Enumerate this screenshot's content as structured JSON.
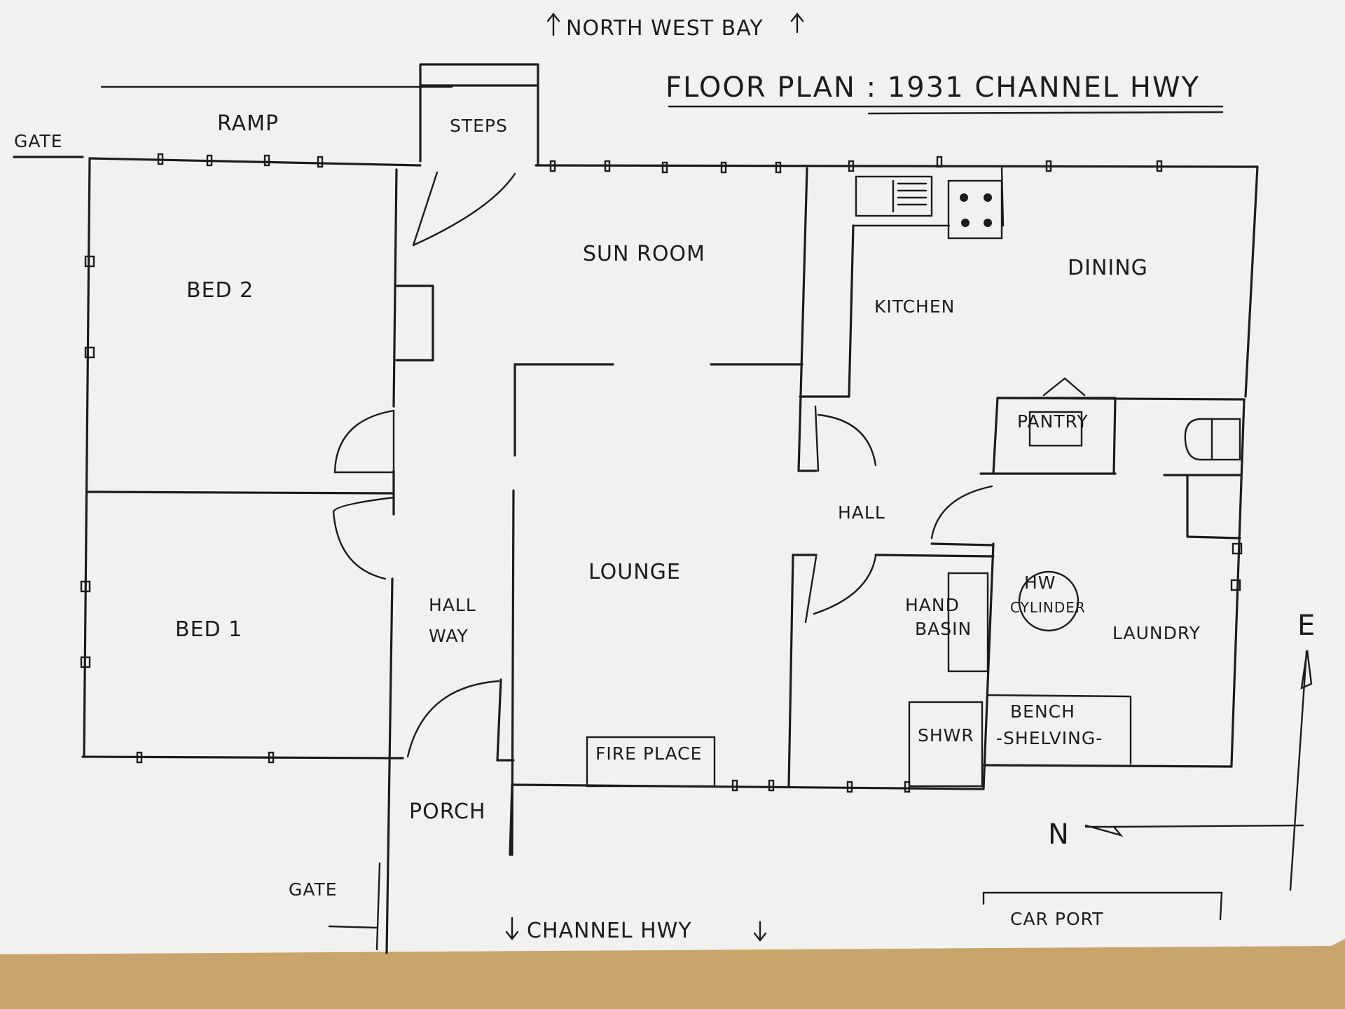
{
  "title": "FLOOR PLAN : 1931 CHANNEL HWY",
  "directions": {
    "top": "NORTH WEST BAY",
    "bottom": "CHANNEL HWY"
  },
  "compass": {
    "north": "N",
    "east": "E"
  },
  "rooms": {
    "ramp": "RAMP",
    "steps": "STEPS",
    "sun_room": "SUN ROOM",
    "bed_2": "BED 2",
    "bed_1": "BED 1",
    "hall_way_line1": "HALL",
    "hall_way_line2": "WAY",
    "lounge": "LOUNGE",
    "fire_place": "FIRE PLACE",
    "porch": "PORCH",
    "kitchen": "KITCHEN",
    "dining": "DINING",
    "pantry": "PANTRY",
    "hall": "HALL",
    "hand_basin_line1": "HAND",
    "hand_basin_line2": "BASIN",
    "shower": "SHWR",
    "hw_cylinder_line1": "HW",
    "hw_cylinder_line2": "CYLINDER",
    "laundry": "LAUNDRY",
    "bench": "BENCH",
    "shelving": "-SHELVING-",
    "car_port": "CAR PORT",
    "gate_top": "GATE",
    "gate_bottom": "GATE"
  },
  "colors": {
    "ink": "#1c1c1c",
    "paper": "#f1f1ef",
    "table": "#c9a46c"
  }
}
